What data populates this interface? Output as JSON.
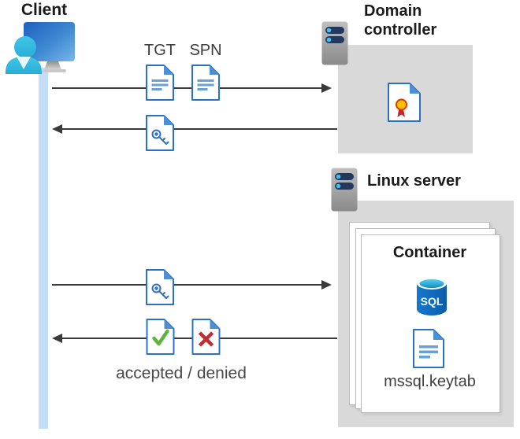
{
  "labels": {
    "client": "Client",
    "domain_controller": "Domain controller",
    "linux_server": "Linux server",
    "container": "Container",
    "sql": "SQL",
    "keytab": "mssql.keytab",
    "tgt": "TGT",
    "spn": "SPN",
    "accepted_denied": "accepted / denied"
  },
  "icons": {
    "client": "person-at-monitor-icon",
    "domain_controller": "server-icon",
    "linux_server": "server-icon",
    "tgt": "document-icon",
    "spn": "document-icon",
    "session_key": "key-document-icon",
    "certificate": "certificate-document-icon",
    "accepted": "check-document-icon",
    "denied": "x-document-icon",
    "sql_database": "sql-database-icon",
    "keytab_file": "document-icon"
  },
  "colors": {
    "doc_border_blue": "#2b70c8",
    "doc_fold_blue": "#4e8ed2",
    "doc_line_blue": "#6a9fd8",
    "box_gray": "#d9d9d9",
    "lifeline_blue": "#c5ddf8",
    "arrow_gray": "#3a3a3a",
    "check_green": "#5fb441",
    "cross_red": "#bf2e33",
    "person_cyan": "#32bce2",
    "server_pill_navy": "#24385c",
    "server_dot_cyan": "#3fbef0",
    "sql_blue": "#0f6cbd",
    "cert_gold": "#ffc000",
    "cert_ribbon_red": "#c0282d"
  }
}
